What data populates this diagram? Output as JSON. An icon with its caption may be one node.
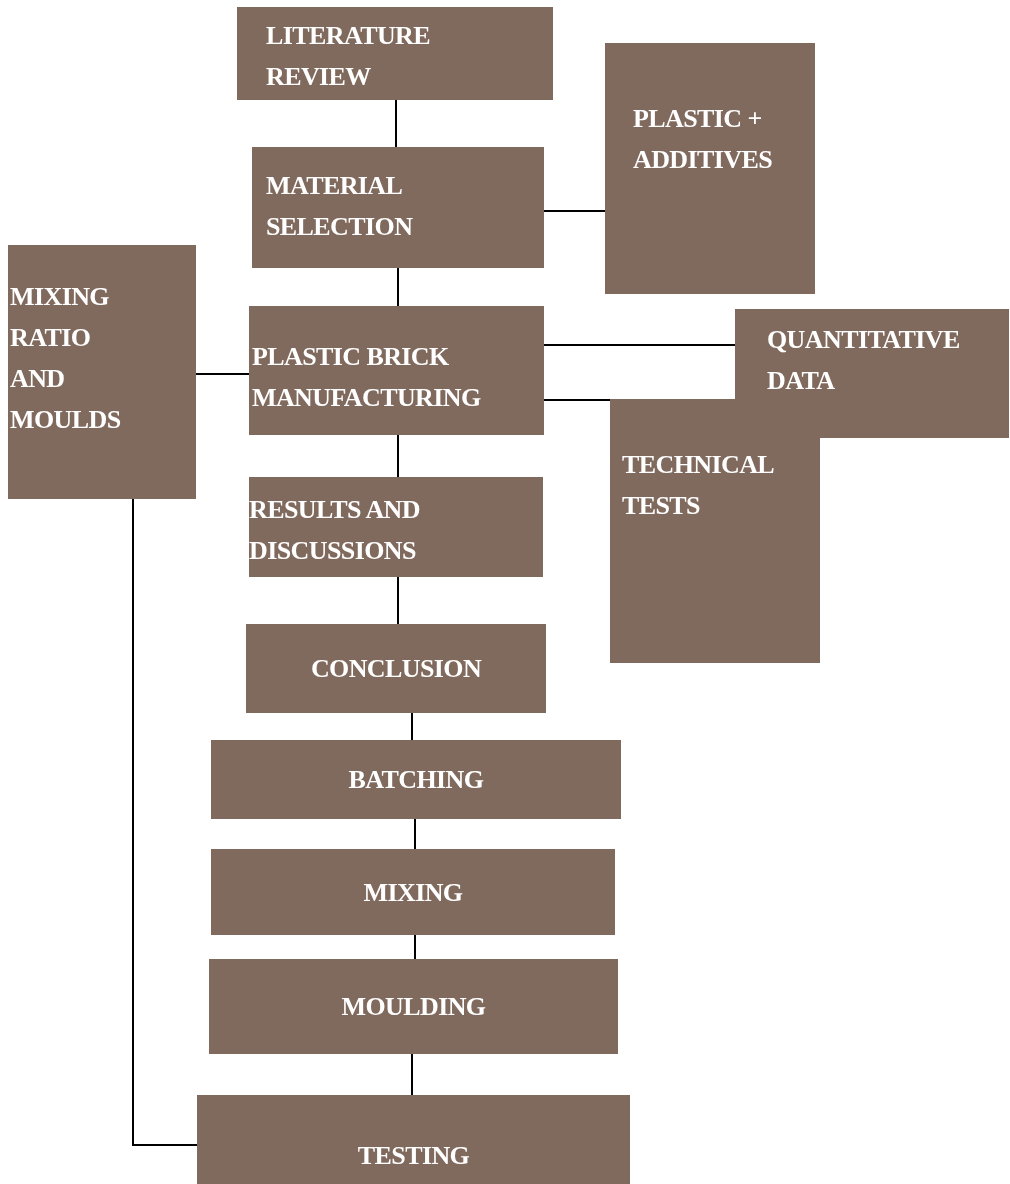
{
  "diagram": {
    "nodes": [
      {
        "text": [
          "LITERATURE REVIEW"
        ]
      },
      {
        "text": [
          "MATERIAL SELECTION"
        ]
      },
      {
        "text": [
          "PLASTIC + ADDITIVES"
        ]
      },
      {
        "text": [
          "MIXING RATIO AND MOULDS"
        ]
      },
      {
        "text": [
          "PLASTIC BRICK MANUFACTURING"
        ]
      },
      {
        "text": [
          "QUANTITATIVE DATA"
        ]
      },
      {
        "text": [
          "TECHNICAL TESTS"
        ]
      },
      {
        "text": [
          "RESULTS AND DISCUSSIONS"
        ]
      },
      {
        "text": [
          "CONCLUSION"
        ]
      },
      {
        "text": [
          "BATCHING"
        ]
      },
      {
        "text": [
          "MIXING"
        ]
      },
      {
        "text": [
          "MOULDING"
        ]
      },
      {
        "text": [
          "TESTING"
        ]
      }
    ],
    "edges": [
      {
        "from": 0,
        "to": 1,
        "arrow": "none"
      },
      {
        "from": 1,
        "to": 2,
        "arrow": "none"
      },
      {
        "from": 1,
        "to": 4,
        "arrow": "none"
      },
      {
        "from": 3,
        "to": 4,
        "arrow": "none"
      },
      {
        "from": 4,
        "to": 5,
        "arrow": "none"
      },
      {
        "from": 4,
        "to": 6,
        "arrow": "none"
      },
      {
        "from": 4,
        "to": 7,
        "arrow": "none"
      },
      {
        "from": 7,
        "to": 8,
        "arrow": "none"
      },
      {
        "from": 8,
        "to": 9,
        "arrow": "none"
      },
      {
        "from": 9,
        "to": 10,
        "arrow": "none"
      },
      {
        "from": 10,
        "to": 11,
        "arrow": "none"
      },
      {
        "from": 11,
        "to": 12,
        "arrow": "none"
      },
      {
        "from": 3,
        "to": 12,
        "arrow": "none"
      }
    ]
  }
}
